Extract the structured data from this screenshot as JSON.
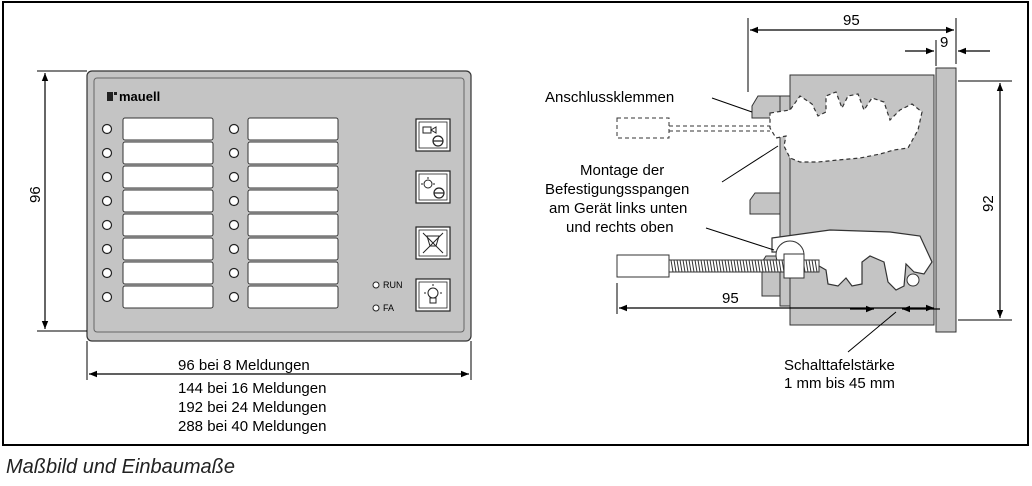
{
  "front_view": {
    "brand": "mauell",
    "status_leds": [
      "RUN",
      "FA"
    ],
    "dim_height": "96",
    "dim_width_main": "96 bei 8 Meldungen",
    "dim_width_more": [
      "144 bei 16 Meldungen",
      "192 bei 24 Meldungen",
      "288 bei 40 Meldungen"
    ]
  },
  "side_view": {
    "dim_top": "95",
    "dim_small": "9",
    "dim_bottom": "95",
    "dim_right": "92",
    "label_terminals": "Anschlussklemmen",
    "label_mount": [
      "Montage der",
      "Befestigungsspangen",
      "am Gerät links unten",
      "und rechts oben"
    ],
    "label_panel": [
      "Schalttafelstärke",
      "1 mm bis 45 mm"
    ]
  },
  "caption": "Maßbild und Einbaumaße"
}
